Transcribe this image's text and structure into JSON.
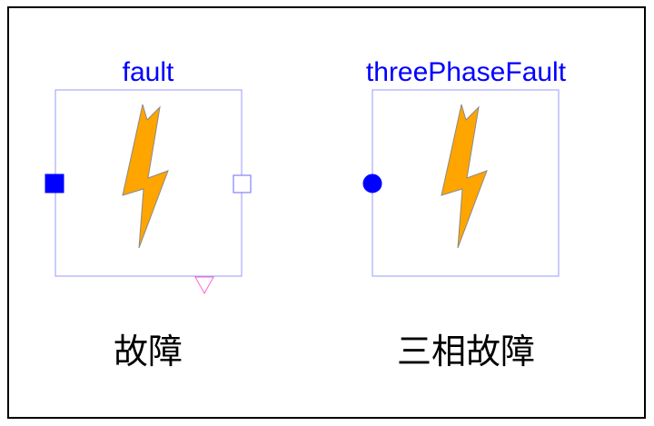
{
  "components": [
    {
      "name": "fault",
      "caption": "故障",
      "icon": "lightning-bolt-icon",
      "connectors": [
        "filled-square-port",
        "hollow-square-port",
        "triangle-port"
      ]
    },
    {
      "name": "threePhaseFault",
      "caption": "三相故障",
      "icon": "lightning-bolt-icon",
      "connectors": [
        "filled-circle-port"
      ]
    }
  ],
  "colors": {
    "name_text": "#0000ff",
    "box_border": "#9999ff",
    "bolt_fill": "#ffa500",
    "bolt_stroke": "#8a8a8a",
    "port_fill": "#0000ff",
    "triangle_port": "#ff66cc",
    "frame": "#000000"
  }
}
